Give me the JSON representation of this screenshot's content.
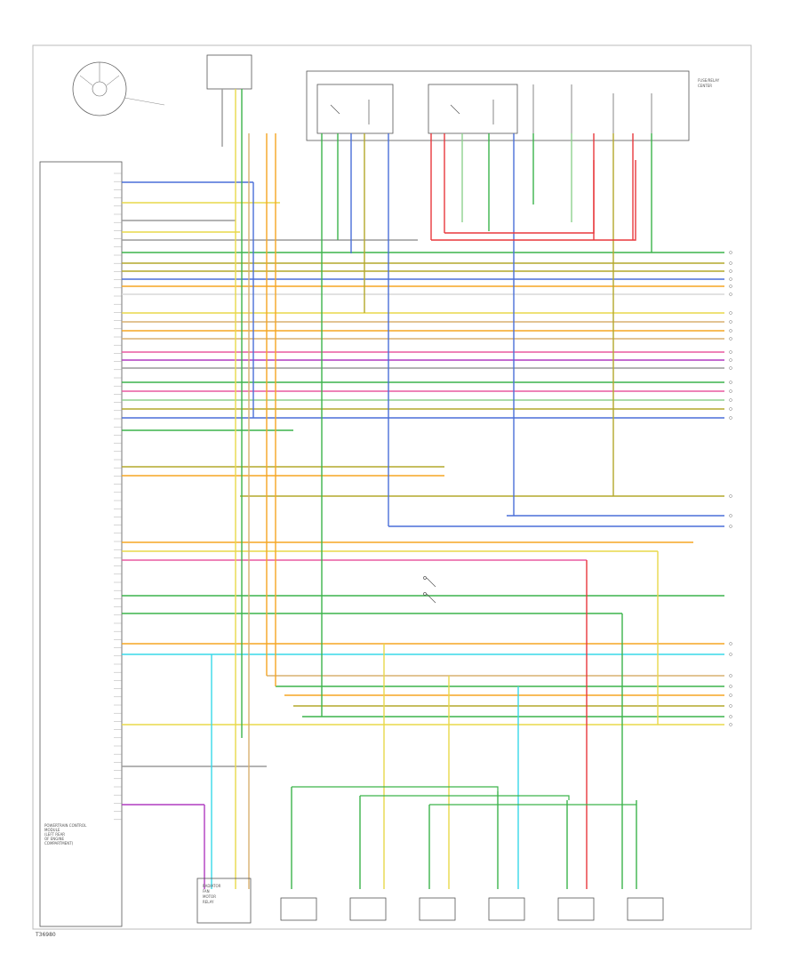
{
  "diagram": {
    "footer_code": "T36980",
    "pcm_label": [
      "POWERTRAIN CONTROL",
      "MODULE",
      "(LEFT REAR",
      "OF ENGINE",
      "COMPARTMENT)"
    ],
    "relay_block_label": [
      "FUSE/RELAY",
      "CENTER"
    ],
    "bottom_connector_label": [
      "RADIATOR",
      "FAN",
      "MOTOR",
      "RELAY"
    ]
  },
  "colors": {
    "orange": "#f5a623",
    "yellow": "#e8d84a",
    "green": "#3cb44b",
    "lightgreen": "#8fd18f",
    "blue": "#4a6fd8",
    "red": "#e8383d",
    "pink": "#e85aa0",
    "magenta": "#b03cc0",
    "olive": "#b4a82c",
    "tan": "#d8b070",
    "cyan": "#38d8e8",
    "gray": "#9a9a9a",
    "darkgreen": "#2e8b3a"
  }
}
